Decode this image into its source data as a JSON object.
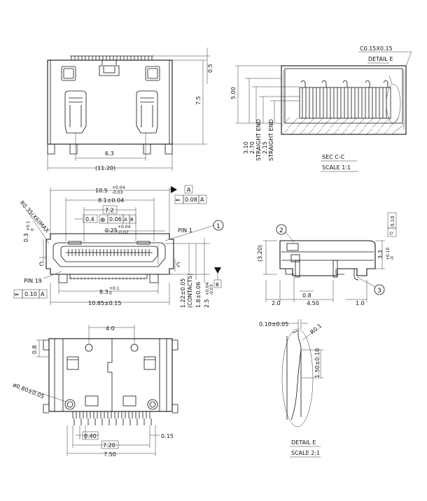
{
  "top_view": {
    "dim_width": "6.3",
    "dim_total_width": "(11.20)",
    "dim_height": "7.5",
    "dim_top": "0.5"
  },
  "section": {
    "chamfer": "C0.15X0.15",
    "detail_ref": "DETAIL E",
    "dim_500": "5.00",
    "dim_310": "3.10",
    "dim_270": "2.70",
    "dim_215": "2.15",
    "straight_end_1": "STRAIGHT END",
    "straight_end_2": "STRAIGHT END",
    "title": "SEC C-C",
    "scale": "SCALE 1:1"
  },
  "front_view": {
    "dim_105": "10.5",
    "dim_105_tol_up": "+0.04",
    "dim_105_tol_dn": "-0.03",
    "dim_81": "8.1±0.04",
    "dim_72": "7.2",
    "dim_04": "0.4",
    "dim_025": "0.25",
    "dim_025_tol_up": "+0.04",
    "dim_025_tol_dn": "-0.02",
    "radius_note": "R0.35(X6)MAX",
    "dim_03": "0.3",
    "dim_03_tol_up": "+0.1",
    "dim_03_tol_dn": "0",
    "pin1": "PIN 1",
    "pin19": "PIN 19",
    "callout_1": "1",
    "section_c_left": "C",
    "section_c_right": "C",
    "dim_83": "8.3",
    "dim_83_tol_up": "+0.1",
    "dim_83_tol_dn": "0",
    "dim_1085": "10.85±0.15",
    "dim_122": "1.22±0.05",
    "dim_contacts": "(CONTACTS)",
    "dim_18": "1.8±0.06",
    "dim_25": "2.5",
    "dim_25_tol_up": "+0.04",
    "dim_25_tol_dn": "-0.03"
  },
  "gdt": {
    "datum_a": "A",
    "datum_b": "B",
    "flat_sym": "═",
    "flat_val": "0.08",
    "flat_ref": "A",
    "pos_sym": "⊕",
    "pos_val": "0.06",
    "pos_ref1": "A",
    "pos_ref2": "B",
    "flat2_val": "0.10",
    "flat2_ref": "A",
    "cyl_sym": "⌭",
    "cyl_val": "0.10"
  },
  "side_view": {
    "callout_2": "2",
    "callout_3": "3",
    "dim_320": "(3.20)",
    "dim_33": "3.3",
    "dim_33_tol": "+0.10",
    "dim_33_tol_dn": "-0",
    "dim_20": "2.0",
    "dim_08": "0.8",
    "dim_450": "4.50",
    "dim_10": "1.0"
  },
  "bottom_view": {
    "dim_40": "4.0",
    "dim_08": "0.8",
    "hole": "ø0.80±0.05",
    "dim_040": "0.40",
    "dim_720": "7.20",
    "dim_750": "7.50",
    "dim_015": "0.15"
  },
  "detail_e": {
    "dim_010": "0.10±0.05",
    "radius": "R0.1",
    "dim_150": "1.50±0.10",
    "title": "DETAIL E",
    "scale": "SCALE 2:1"
  }
}
